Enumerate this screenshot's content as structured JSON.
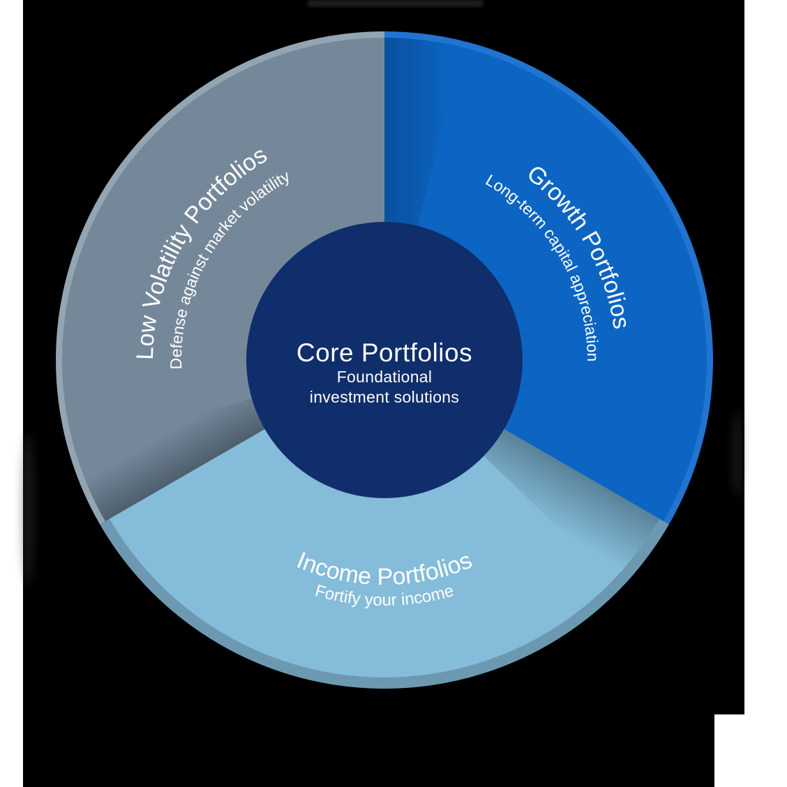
{
  "page": {
    "background_color": "#ffffff",
    "panel_color": "#000000"
  },
  "chart_data": {
    "type": "pie",
    "variant": "donut-infographic",
    "title": "Core Portfolios",
    "label_color": "#ffffff",
    "center": {
      "title": "Core Portfolios",
      "subtitle_line1": "Foundational",
      "subtitle_line2": "investment solutions",
      "color": "#0f2e6b",
      "text_color": "#ffffff"
    },
    "segments": [
      {
        "label": "Growth Portfolios",
        "description": "Long-term capital appreciation",
        "value": 33.33,
        "start_angle": 0,
        "end_angle": 120,
        "color": "#0c65c3",
        "rim_color": "#2174d0"
      },
      {
        "label": "Income Portfolios",
        "description": "Fortify your income",
        "value": 33.33,
        "start_angle": 120,
        "end_angle": 240,
        "color": "#85bcd9",
        "rim_color": "#6c99b1"
      },
      {
        "label": "Low Volatility Portfolios",
        "description": "Defense against market volatility",
        "value": 33.33,
        "start_angle": 240,
        "end_angle": 360,
        "color": "#75889a",
        "rim_color": "#93a4b2"
      }
    ]
  }
}
